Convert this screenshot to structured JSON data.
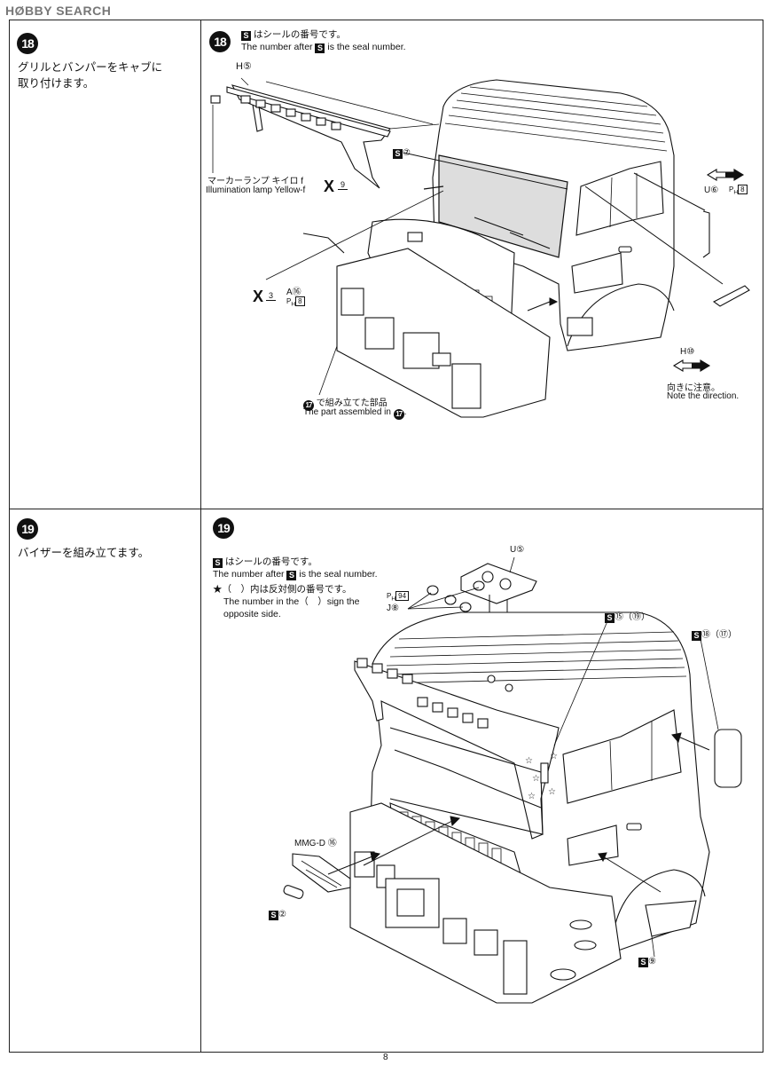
{
  "watermark": "HØBBY SEARCH",
  "page_number": "8",
  "steps": [
    {
      "number": "18",
      "instruction_jp": "グリルとバンパーをキャブに\n取り付けます。",
      "seal_note_jp": "はシールの番号です。",
      "seal_note_en_pre": "The number after",
      "seal_note_en_post": "is the seal number.",
      "seal_letter": "S",
      "labels": {
        "h5": "H⑤",
        "marker_lamp_jp": "マーカーランプ キイロ f",
        "marker_lamp_en": "Illumination lamp Yellow-f",
        "x9": "X",
        "tri9": "9",
        "s7": "⑦",
        "u6": "U⑥",
        "ph8": "8",
        "a16": "A⑯",
        "x3": "X",
        "tri3": "3",
        "ph8b": "8",
        "h10": "H⑩",
        "direction_jp": "向きに注意。",
        "direction_en": "Note the direction.",
        "assembled_jp": "で組み立てた部品",
        "assembled_en": "The part assembled in",
        "assembled_ref": "17"
      }
    },
    {
      "number": "19",
      "instruction_jp": "バイザーを組み立てます。",
      "seal_note_jp": "はシールの番号です。",
      "seal_note_en_pre": "The number after",
      "seal_note_en_post": "is the seal number.",
      "seal_letter": "S",
      "opposite_jp": "★（　）内は反対側の番号です。",
      "opposite_en_1": "The number in the（　）sign the",
      "opposite_en_2": "opposite side.",
      "labels": {
        "u5": "U⑤",
        "ph94": "94",
        "j8": "J⑧",
        "s15": "⑮（⑲）",
        "s18": "⑱（⑰）",
        "mmgd16": "MMG-D ⑯",
        "s2": "②",
        "s9": "⑨"
      }
    }
  ]
}
